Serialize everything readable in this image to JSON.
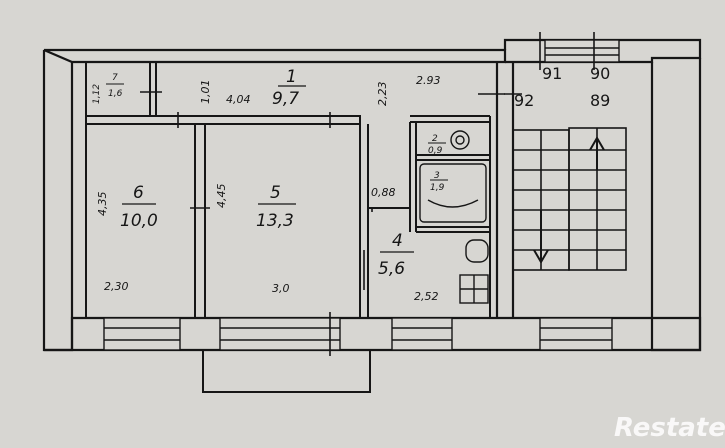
{
  "rooms": [
    {
      "id": "1",
      "area": "9,7"
    },
    {
      "id": "2",
      "area": "0,9"
    },
    {
      "id": "3",
      "area": "1,9"
    },
    {
      "id": "4",
      "area": "5,6"
    },
    {
      "id": "5",
      "area": "13,3"
    },
    {
      "id": "6",
      "area": "10,0"
    },
    {
      "id": "7",
      "area": "1,6"
    }
  ],
  "dimensions": [
    "1,12",
    "1,01",
    "4,04",
    "2,23",
    "2.93",
    "4,35",
    "4,45",
    "0,88",
    "2,30",
    "3,0",
    "2,52"
  ],
  "stair_numbers": [
    "91",
    "90",
    "92",
    "89"
  ],
  "watermark": "Restate",
  "colors": {
    "paper": "#d7d6d2",
    "ink": "#161616",
    "watermark": "#ffffff"
  }
}
